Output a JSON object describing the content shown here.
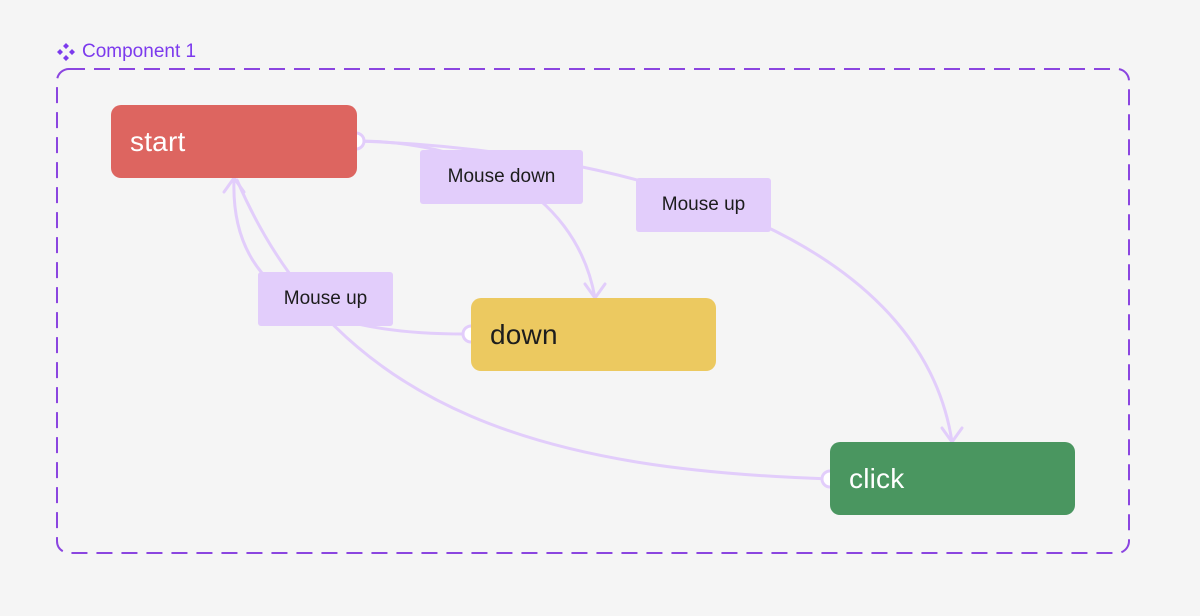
{
  "component": {
    "icon": "component-diamond-icon",
    "title": "Component 1",
    "accent_color": "#7c3aed"
  },
  "states": {
    "start": {
      "label": "start",
      "color": "#dd6560"
    },
    "down": {
      "label": "down",
      "color": "#ecc960"
    },
    "click": {
      "label": "click",
      "color": "#4a9660"
    }
  },
  "transitions": [
    {
      "from": "start",
      "to": "down",
      "event": "Mouse down"
    },
    {
      "from": "start",
      "to": "click",
      "event": "Mouse up"
    },
    {
      "from": "down",
      "to": "start",
      "event": "Mouse up"
    },
    {
      "from": "click",
      "to": "start",
      "event": ""
    }
  ],
  "colors": {
    "edge": "#e2cdfb",
    "frame_border": "#8b45e0",
    "background": "#f5f5f5"
  }
}
